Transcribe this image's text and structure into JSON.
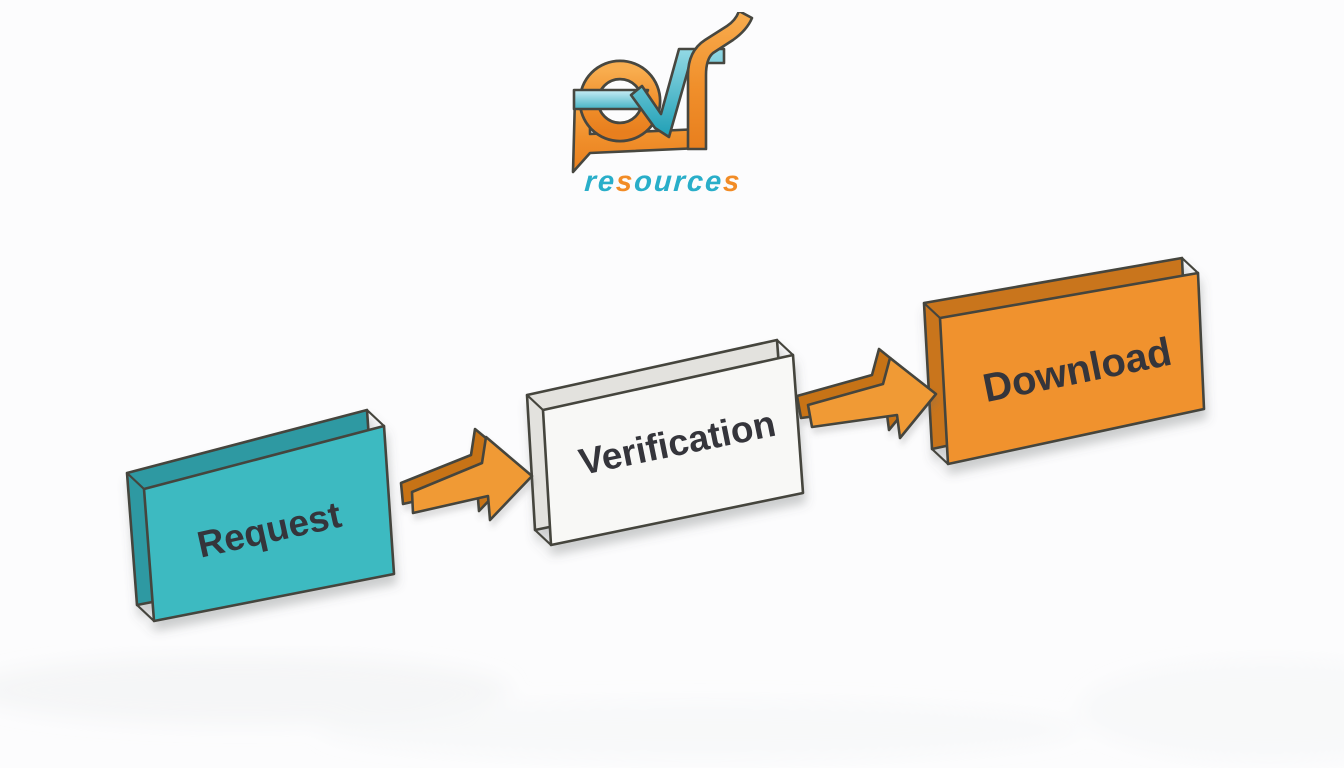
{
  "page": {
    "background": "#fcfcfd",
    "brand": "pvs"
  },
  "logo": {
    "wordmark": "resources",
    "wordmark_parts": [
      {
        "text": "re"
      },
      {
        "text": "s"
      },
      {
        "text": "ource"
      },
      {
        "text": "s"
      }
    ],
    "teal": "#29aec9",
    "orange": "#f28c26"
  },
  "flow": {
    "steps": [
      {
        "label": "Request",
        "front": "#3cbac1",
        "back": "#2d99a2"
      },
      {
        "label": "Verification",
        "front": "#f8f8f6",
        "back": "#e3e2de"
      },
      {
        "label": "Download",
        "front": "#f0922e",
        "back": "#c9741d"
      }
    ],
    "arrow": {
      "front": "#f09a36",
      "back": "#c77318"
    },
    "outline": "#45443e",
    "label_color": "#34353a"
  }
}
